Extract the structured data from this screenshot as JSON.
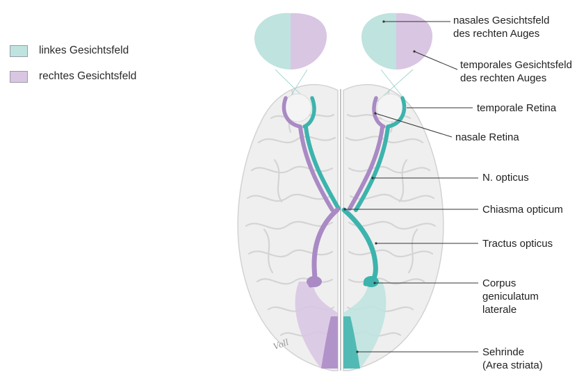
{
  "legend": {
    "items": [
      {
        "label": "linkes Gesichtsfeld",
        "color": "#bfe3df"
      },
      {
        "label": "rechtes Gesichtsfeld",
        "color": "#d9c6e3"
      }
    ]
  },
  "labels": {
    "nasal_field_1": "nasales Gesichtsfeld",
    "nasal_field_2": "des rechten Auges",
    "temporal_field_1": "temporales Gesichtsfeld",
    "temporal_field_2": "des rechten Auges",
    "temporal_retina": "temporale Retina",
    "nasal_retina": "nasale Retina",
    "optic_nerve": "N. opticus",
    "chiasm": "Chiasma opticum",
    "tract": "Tractus opticus",
    "lgn_1": "Corpus",
    "lgn_2": "geniculatum",
    "lgn_3": "laterale",
    "cortex_1": "Sehrinde",
    "cortex_2": "(Area striata)"
  },
  "signature": "Voll",
  "colors": {
    "teal": "#3db3ad",
    "violet": "#a98ac4",
    "teal_field": "#bfe3df",
    "violet_field": "#d9c6e3",
    "brain": "#efefef",
    "gyri_line": "#cfcfcf"
  }
}
